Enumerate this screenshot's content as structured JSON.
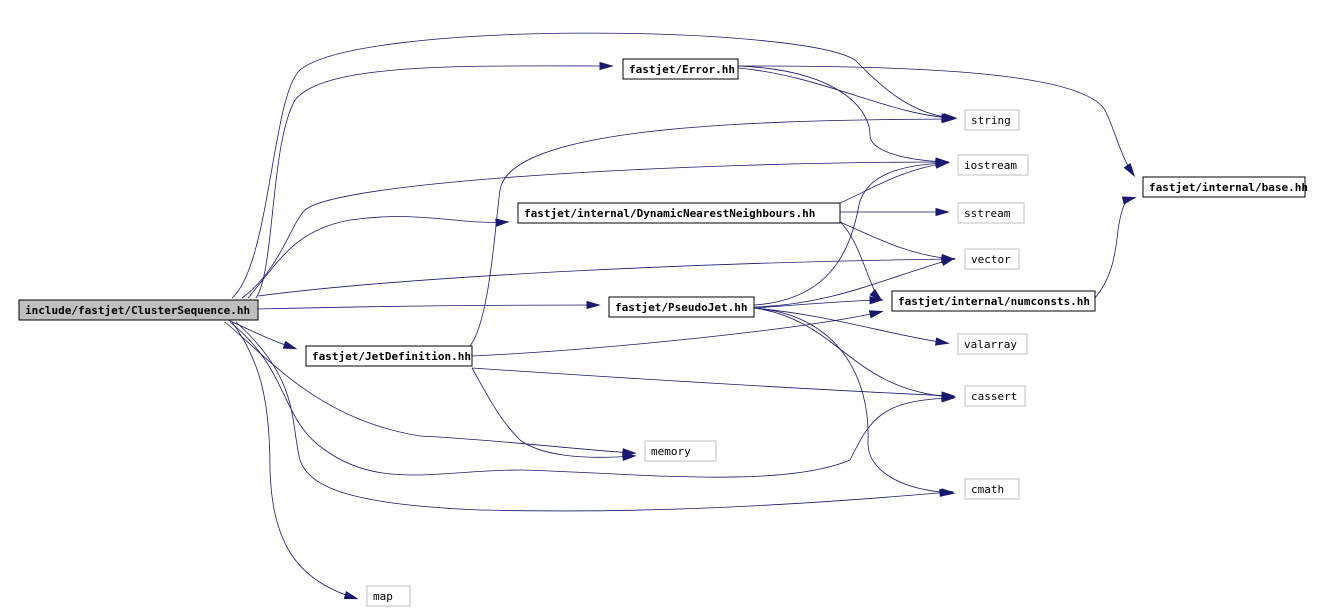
{
  "colors": {
    "edge": "#191970",
    "root_fill": "#bfbfbf",
    "local_border": "#000000",
    "external_border": "#bfbfbf",
    "background": "#ffffff"
  },
  "nodes": [
    {
      "id": "root",
      "label": "include/fastjet/ClusterSequence.hh",
      "kind": "root"
    },
    {
      "id": "error",
      "label": "fastjet/Error.hh",
      "kind": "local"
    },
    {
      "id": "dnn",
      "label": "fastjet/internal/DynamicNearestNeighbours.hh",
      "kind": "local"
    },
    {
      "id": "pseudojet",
      "label": "fastjet/PseudoJet.hh",
      "kind": "local"
    },
    {
      "id": "jetdef",
      "label": "fastjet/JetDefinition.hh",
      "kind": "local"
    },
    {
      "id": "base",
      "label": "fastjet/internal/base.hh",
      "kind": "local"
    },
    {
      "id": "numconsts",
      "label": "fastjet/internal/numconsts.hh",
      "kind": "local"
    },
    {
      "id": "string",
      "label": "string",
      "kind": "external"
    },
    {
      "id": "iostream",
      "label": "iostream",
      "kind": "external"
    },
    {
      "id": "sstream",
      "label": "sstream",
      "kind": "external"
    },
    {
      "id": "vector",
      "label": "vector",
      "kind": "external"
    },
    {
      "id": "valarray",
      "label": "valarray",
      "kind": "external"
    },
    {
      "id": "cassert",
      "label": "cassert",
      "kind": "external"
    },
    {
      "id": "memory",
      "label": "memory",
      "kind": "external"
    },
    {
      "id": "cmath",
      "label": "cmath",
      "kind": "external"
    },
    {
      "id": "map",
      "label": "map",
      "kind": "external"
    }
  ],
  "edges": [
    {
      "from": "root",
      "to": "error"
    },
    {
      "from": "root",
      "to": "string"
    },
    {
      "from": "root",
      "to": "iostream"
    },
    {
      "from": "root",
      "to": "dnn"
    },
    {
      "from": "root",
      "to": "vector"
    },
    {
      "from": "root",
      "to": "pseudojet"
    },
    {
      "from": "root",
      "to": "jetdef"
    },
    {
      "from": "root",
      "to": "memory"
    },
    {
      "from": "root",
      "to": "cassert"
    },
    {
      "from": "root",
      "to": "cmath"
    },
    {
      "from": "root",
      "to": "map"
    },
    {
      "from": "error",
      "to": "string"
    },
    {
      "from": "error",
      "to": "iostream"
    },
    {
      "from": "error",
      "to": "base"
    },
    {
      "from": "dnn",
      "to": "iostream"
    },
    {
      "from": "dnn",
      "to": "sstream"
    },
    {
      "from": "dnn",
      "to": "vector"
    },
    {
      "from": "dnn",
      "to": "numconsts"
    },
    {
      "from": "pseudojet",
      "to": "iostream"
    },
    {
      "from": "pseudojet",
      "to": "vector"
    },
    {
      "from": "pseudojet",
      "to": "numconsts"
    },
    {
      "from": "pseudojet",
      "to": "valarray"
    },
    {
      "from": "pseudojet",
      "to": "cassert"
    },
    {
      "from": "pseudojet",
      "to": "cmath"
    },
    {
      "from": "jetdef",
      "to": "string"
    },
    {
      "from": "jetdef",
      "to": "numconsts"
    },
    {
      "from": "jetdef",
      "to": "cassert"
    },
    {
      "from": "jetdef",
      "to": "memory"
    },
    {
      "from": "numconsts",
      "to": "base"
    }
  ]
}
